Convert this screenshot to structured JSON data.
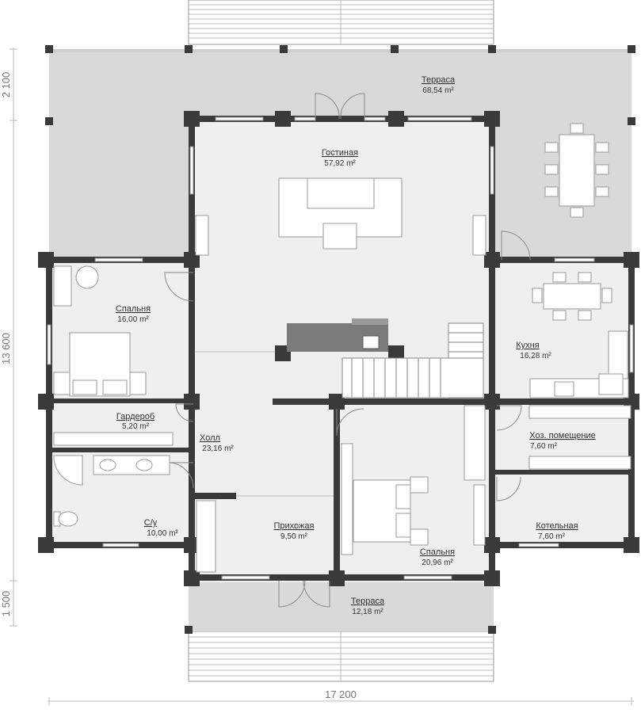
{
  "rooms": {
    "terrace_top": {
      "name": "Терраса",
      "area": "68,54 m²"
    },
    "living": {
      "name": "Гостиная",
      "area": "57,92 m²"
    },
    "bedroom_left": {
      "name": "Спальня",
      "area": "16,00 m²"
    },
    "kitchen": {
      "name": "Кухня",
      "area": "16,28 m²"
    },
    "wardrobe": {
      "name": "Гардероб",
      "area": "5,20 m²"
    },
    "hall": {
      "name": "Холл",
      "area": "23,16 m²"
    },
    "utility": {
      "name": "Хоз. помещение",
      "area": "7,60 m²"
    },
    "bathroom": {
      "name": "С/у",
      "area": "10,00 m²"
    },
    "entrance": {
      "name": "Прихожая",
      "area": "9,50 m²"
    },
    "boiler": {
      "name": "Котельная",
      "area": "7,60 m²"
    },
    "bedroom_main": {
      "name": "Спальня",
      "area": "20,96 m²"
    },
    "terrace_bottom": {
      "name": "Терраса",
      "area": "12,18 m²"
    }
  },
  "dimensions": {
    "left_top": "2 100",
    "left_middle": "13 600",
    "left_bottom": "1 500",
    "bottom_total": "17 200"
  },
  "colors": {
    "wall": "#3a3a3a",
    "floor": "#efefef",
    "terrace": "#d9d9d9"
  }
}
